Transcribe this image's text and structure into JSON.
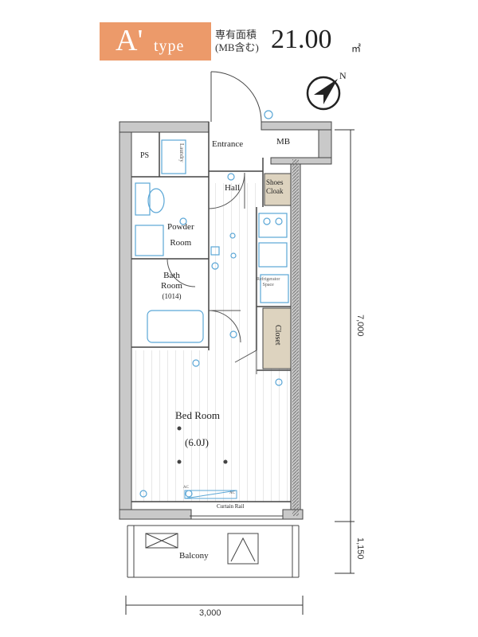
{
  "header": {
    "type_main": "A'",
    "type_sub": "type",
    "area_label_line1": "専有面積",
    "area_label_line2": "(MB含む)",
    "area_value": "21.00",
    "area_unit": "㎡",
    "compass_letter": "N"
  },
  "rooms": {
    "entrance": "Entrance",
    "mb": "MB",
    "ps": "PS",
    "hall": "Hall",
    "shoes_cloak_1": "Shoes",
    "shoes_cloak_2": "Cloak",
    "powder_room_1": "Powder",
    "powder_room_2": "Room",
    "bath_room_1": "Bath",
    "bath_room_2": "Room",
    "bath_size": "(1014)",
    "closet": "Closet",
    "bed_room": "Bed Room",
    "bed_size": "(6.0J)",
    "balcony": "Balcony",
    "curtain_rail": "Curtain Rail",
    "refrigerator_1": "Refrigerator",
    "refrigerator_2": "Space",
    "laundry": "Laundry",
    "ac_1": "AC",
    "ac_2": "AC"
  },
  "dimensions": {
    "depth": "7,000",
    "balcony_depth": "1,150",
    "width": "3,000"
  },
  "colors": {
    "badge": "#ec9a6a",
    "wall": "#c9c9c9",
    "closet_fill": "#ddd3bf",
    "fixture": "#5aa6d6"
  }
}
